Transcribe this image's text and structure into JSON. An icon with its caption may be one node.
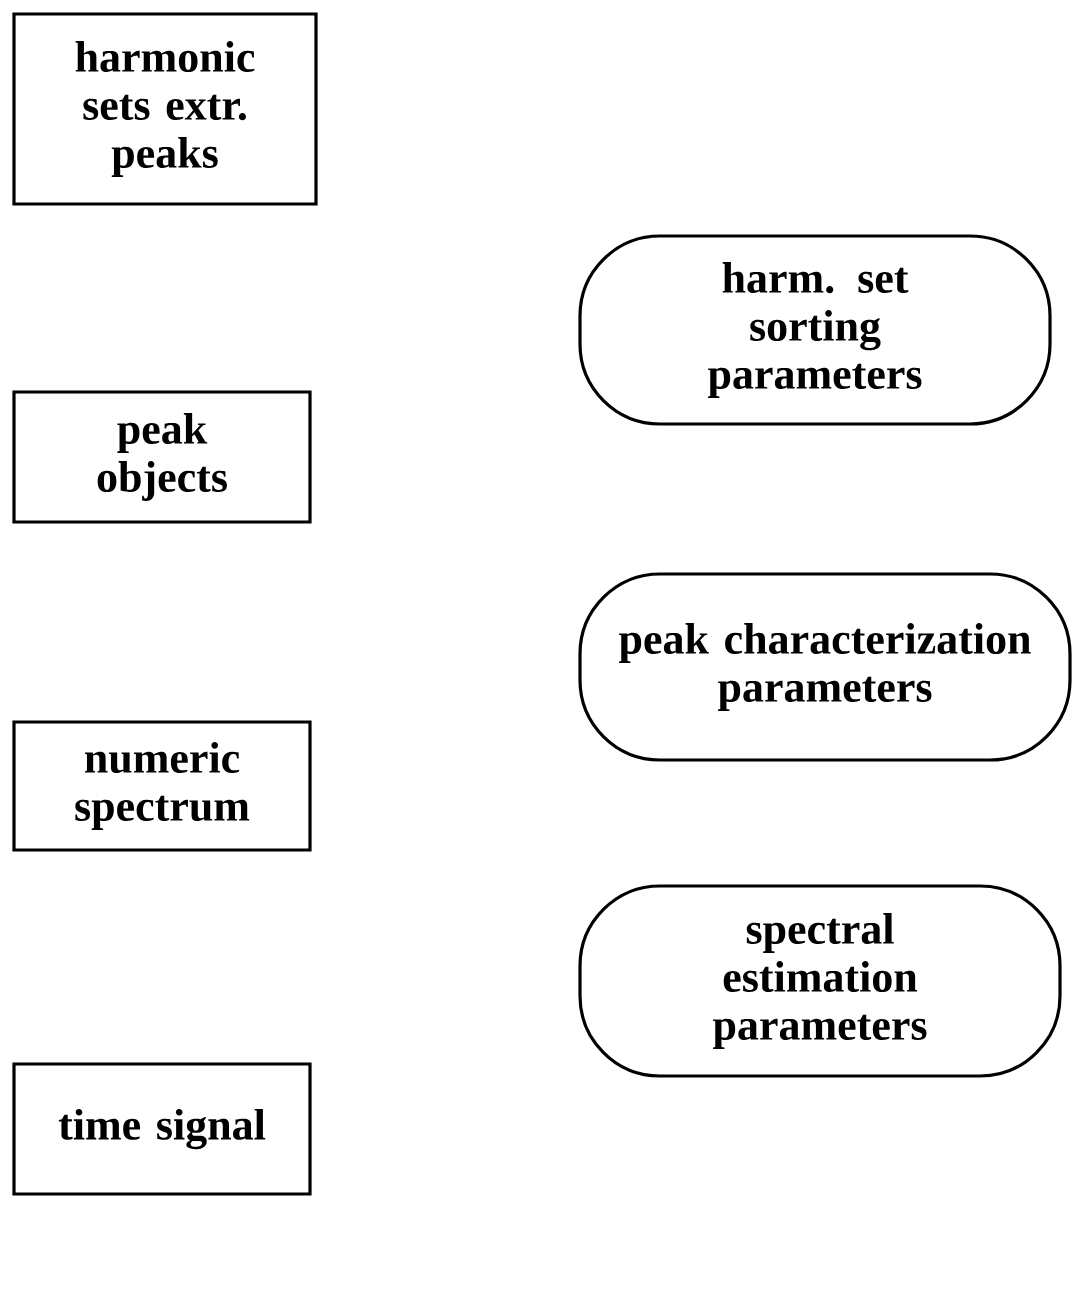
{
  "diagram": {
    "nodes": [
      {
        "text": [
          "harmonic sets extr. peaks"
        ]
      },
      {
        "text": [
          "peak objects"
        ]
      },
      {
        "text": [
          "numeric spectrum"
        ]
      },
      {
        "text": [
          "time signal"
        ]
      },
      {
        "text": [
          "harm. set sorting parameters"
        ]
      },
      {
        "text": [
          "peak characterization parameters"
        ]
      },
      {
        "text": [
          "spectral estimation parameters"
        ]
      }
    ]
  }
}
